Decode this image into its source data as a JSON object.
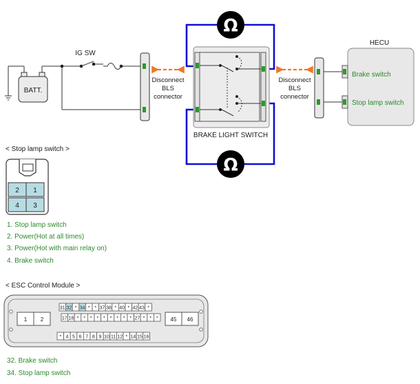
{
  "battery": {
    "label": "BATT."
  },
  "ignition_switch": {
    "label": "IG SW"
  },
  "disconnect_left": {
    "lines": [
      "Disconnect",
      "BLS",
      "connector"
    ]
  },
  "disconnect_right": {
    "lines": [
      "Disconnect",
      "BLS",
      "connector"
    ]
  },
  "ohm_meter": {
    "symbol": "Ω"
  },
  "brake_light_switch": {
    "label": "BRAKE LIGHT SWITCH"
  },
  "hecu": {
    "title": "HECU",
    "brake_switch": "Brake switch",
    "stop_lamp_switch": "Stop lamp switch"
  },
  "stop_lamp_connector": {
    "title": "< Stop lamp switch >",
    "pins": [
      "2",
      "1",
      "4",
      "3"
    ],
    "legend": [
      "1. Stop lamp switch",
      "2. Power(Hot at all times)",
      "3. Power(Hot with main relay on)",
      "4. Brake switch"
    ]
  },
  "esc_module": {
    "title": "< ESC Control Module >",
    "left_pins": [
      "1",
      "2"
    ],
    "right_pins": [
      "45",
      "46"
    ],
    "row1": [
      "31",
      "32",
      "*",
      "34",
      "*",
      "*",
      "37",
      "38",
      "*",
      "40",
      "*",
      "42",
      "43",
      "*"
    ],
    "row2": [
      "17",
      "18",
      "*",
      "*",
      "*",
      "*",
      "*",
      "*",
      "*",
      "*",
      "*",
      "27",
      "*",
      "*",
      "*"
    ],
    "row3": [
      "*",
      "4",
      "5",
      "6",
      "7",
      "8",
      "9",
      "10",
      "11",
      "12",
      "*",
      "14",
      "15",
      "16"
    ],
    "highlighted": [
      "32",
      "34"
    ],
    "legend": [
      "32. Brake switch",
      "34. Stop lamp switch"
    ]
  },
  "colors": {
    "wire_blue": "#1010d0",
    "arrow_orange": "#f07828",
    "legend_green": "#2a8a2a",
    "pin_fill": "#b8dce4"
  }
}
